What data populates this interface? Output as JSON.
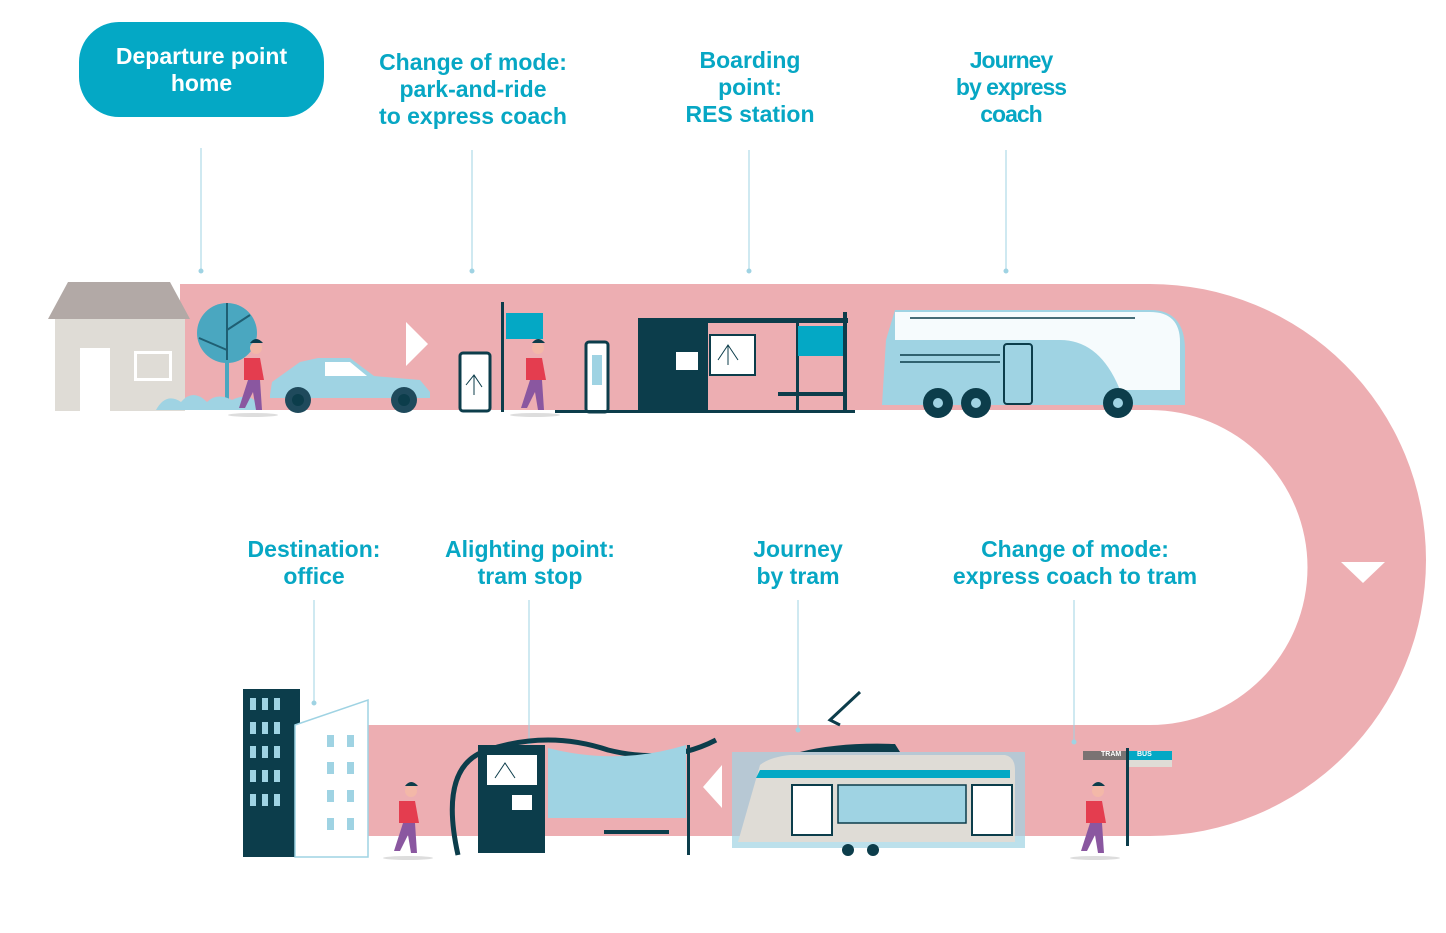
{
  "steps": [
    {
      "label": "Departure point\nhome"
    },
    {
      "label": "Change of mode:\npark-and-ride\nto express coach"
    },
    {
      "label": "Boarding\npoint:\nRES station"
    },
    {
      "label": "Journey\nby express\ncoach"
    },
    {
      "label": "Change of mode:\nexpress coach to tram"
    },
    {
      "label": "Journey\nby tram"
    },
    {
      "label": "Alighting point:\ntram stop"
    },
    {
      "label": "Destination:\noffice"
    }
  ],
  "signs": {
    "tram": "TRAM",
    "bus": "BUS"
  },
  "colors": {
    "road": "#edaeb2",
    "accent": "#07a7c4",
    "dark": "#0c3d4b",
    "light_blue": "#9fd3e3"
  }
}
